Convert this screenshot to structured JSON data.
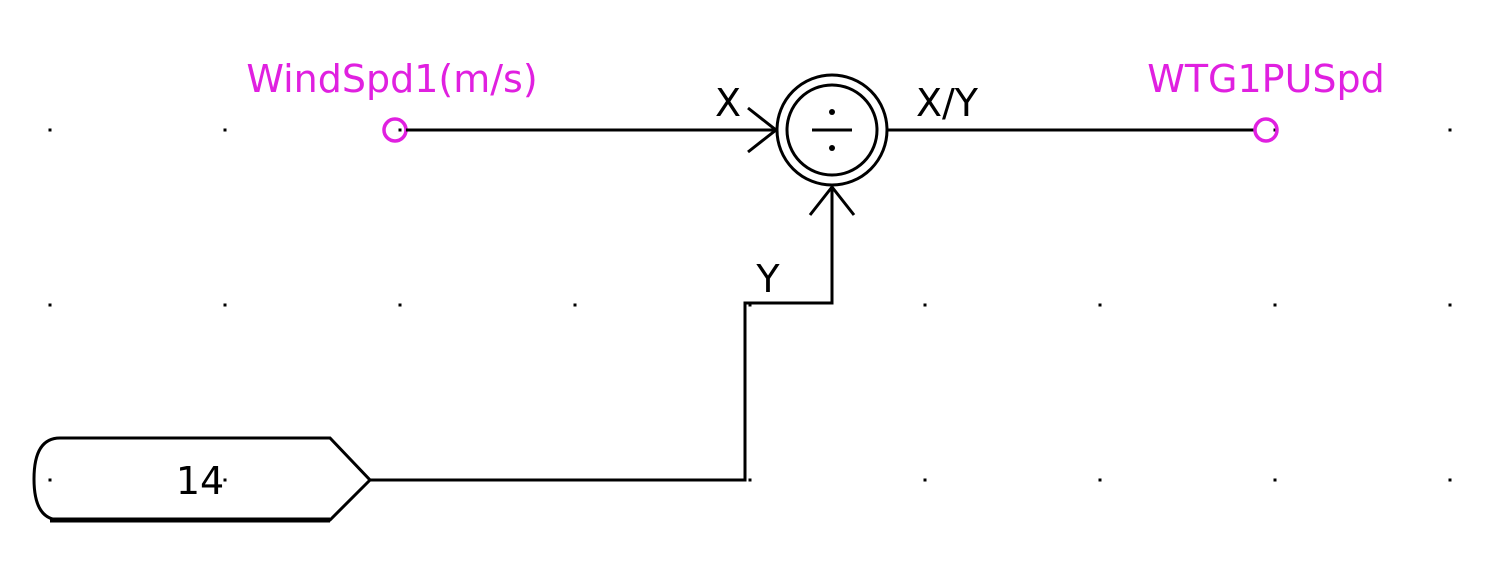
{
  "signals": {
    "input_name": "WindSpd1(m/s)",
    "output_name": "WTG1PUSpd"
  },
  "divider": {
    "x_port_label": "X",
    "y_port_label": "Y",
    "output_label": "X/Y",
    "symbol": "÷"
  },
  "constant": {
    "value": "14"
  },
  "colors": {
    "signal": "#e020e0",
    "wire": "#000000",
    "grid_dot": "#000000",
    "background": "#ffffff"
  }
}
